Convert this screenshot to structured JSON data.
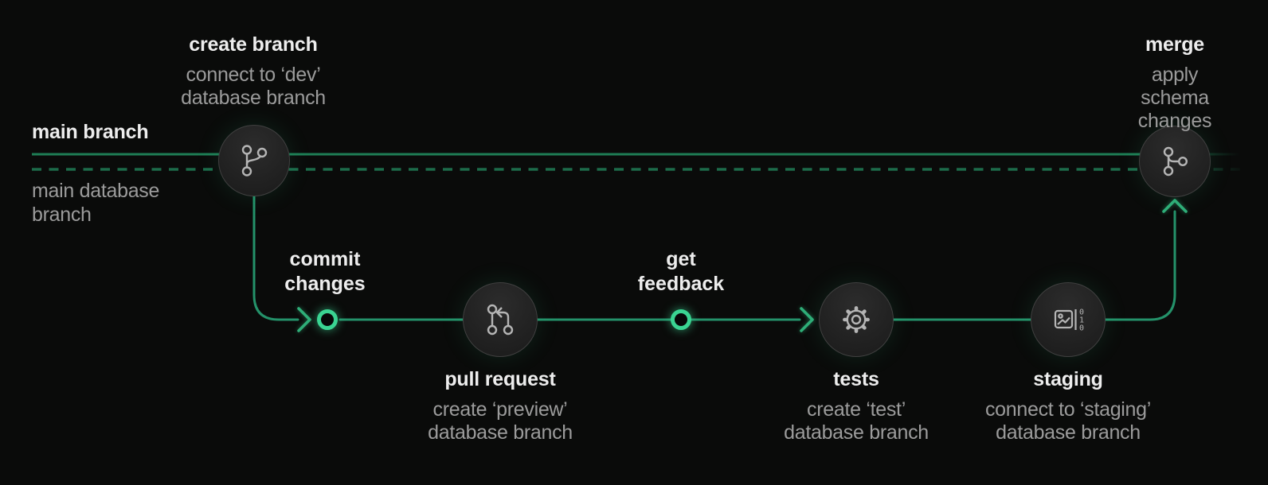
{
  "colors": {
    "background": "#0a0b0a",
    "accent_green": "#3ad492",
    "solid_line_green": "#1e7e55",
    "dashed_line_green": "#1c6b4a",
    "workflow_path_green": "#24926a",
    "arrow_green": "#2fae78",
    "title_text": "#ededed",
    "subtitle_text": "#9b9b9b",
    "icon_stroke": "#b5b5b5",
    "node_fill": "#222222"
  },
  "lanes": {
    "main_branch_label": "main branch",
    "main_database_branch_label": "main database\nbranch"
  },
  "nodes": {
    "create_branch": {
      "title": "create branch",
      "subtitle": "connect to ‘dev’\ndatabase branch",
      "icon": "git-branch-icon"
    },
    "pull_request": {
      "title": "pull request",
      "subtitle": "create ‘preview’\ndatabase branch",
      "icon": "git-pull-request-icon"
    },
    "tests": {
      "title": "tests",
      "subtitle": "create ‘test’\ndatabase branch",
      "icon": "gear-icon"
    },
    "staging": {
      "title": "staging",
      "subtitle": "connect to ‘staging’\ndatabase branch",
      "icon": "schema-data-icon"
    },
    "merge": {
      "title": "merge",
      "subtitle": "apply schema\nchanges",
      "icon": "git-merge-icon"
    }
  },
  "milestones": {
    "commit_changes": {
      "label": "commit\nchanges"
    },
    "get_feedback": {
      "label": "get\nfeedback"
    }
  },
  "icons": {
    "staging_digits": [
      "0",
      "1",
      "0"
    ]
  }
}
